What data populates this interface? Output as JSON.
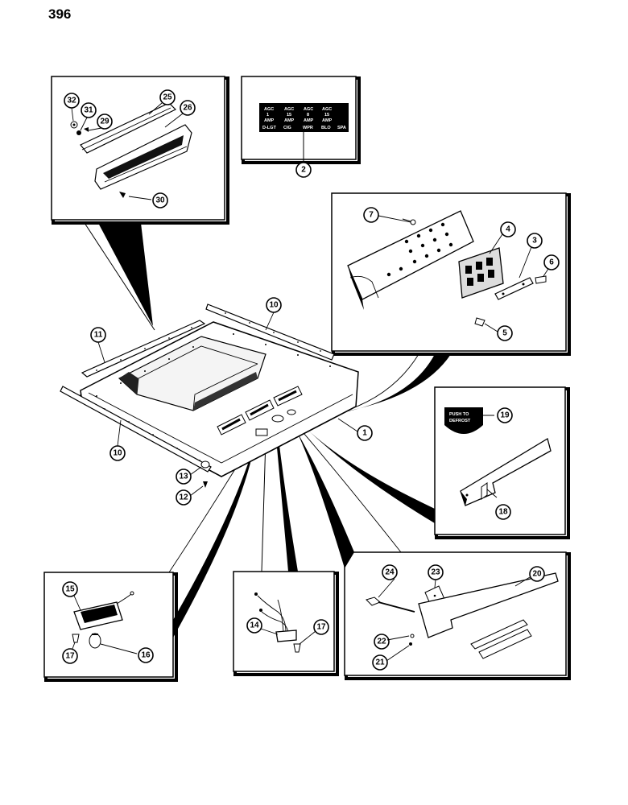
{
  "page_number": "396",
  "fuse_label": {
    "row1": [
      "AGC",
      "AGC",
      "AGC",
      "AGC"
    ],
    "row2": [
      "1",
      "15",
      "8",
      "15"
    ],
    "row3": [
      "AMP",
      "AMP",
      "AMP",
      "AMP"
    ],
    "row4": [
      "D-LGT",
      "CIG",
      "WPR",
      "BLO",
      "SPA"
    ]
  },
  "defrost_decal": {
    "line1": "PUSH TO",
    "line2": "DEFROST"
  },
  "callouts": {
    "c1": "1",
    "c2": "2",
    "c3": "3",
    "c4": "4",
    "c5": "5",
    "c6": "6",
    "c7": "7",
    "c10a": "10",
    "c10b": "10",
    "c11": "11",
    "c12": "12",
    "c13": "13",
    "c14": "14",
    "c15": "15",
    "c16": "16",
    "c17a": "17",
    "c17b": "17",
    "c18": "18",
    "c19": "19",
    "c20": "20",
    "c21": "21",
    "c22": "22",
    "c23": "23",
    "c24": "24",
    "c25": "25",
    "c26": "26",
    "c29": "29",
    "c30": "30",
    "c31": "31",
    "c32": "32"
  }
}
